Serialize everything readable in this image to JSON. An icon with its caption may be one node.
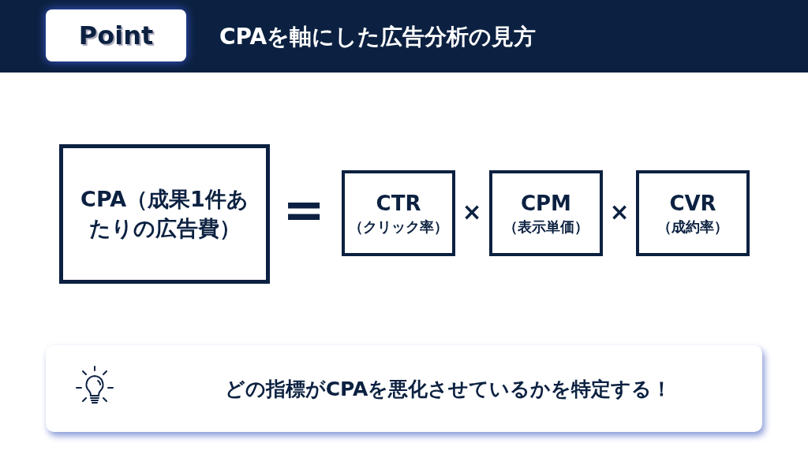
{
  "diagram": {
    "title": "CPAを軸にした広告分析の見方",
    "nodes": [
      {
        "text": [
          "Point"
        ]
      },
      {
        "text": [
          "CPA（成果1件あたりの広告費）"
        ]
      },
      {
        "text": [
          "CTR",
          "（クリック率）"
        ]
      },
      {
        "text": [
          "CPM",
          "（表示単価）"
        ]
      },
      {
        "text": [
          "CVR",
          "（成約率）"
        ]
      },
      {
        "text": [
          "どの指標がCPAを悪化させているかを特定する！"
        ]
      }
    ],
    "labels": [
      "=",
      "×",
      "×"
    ]
  }
}
